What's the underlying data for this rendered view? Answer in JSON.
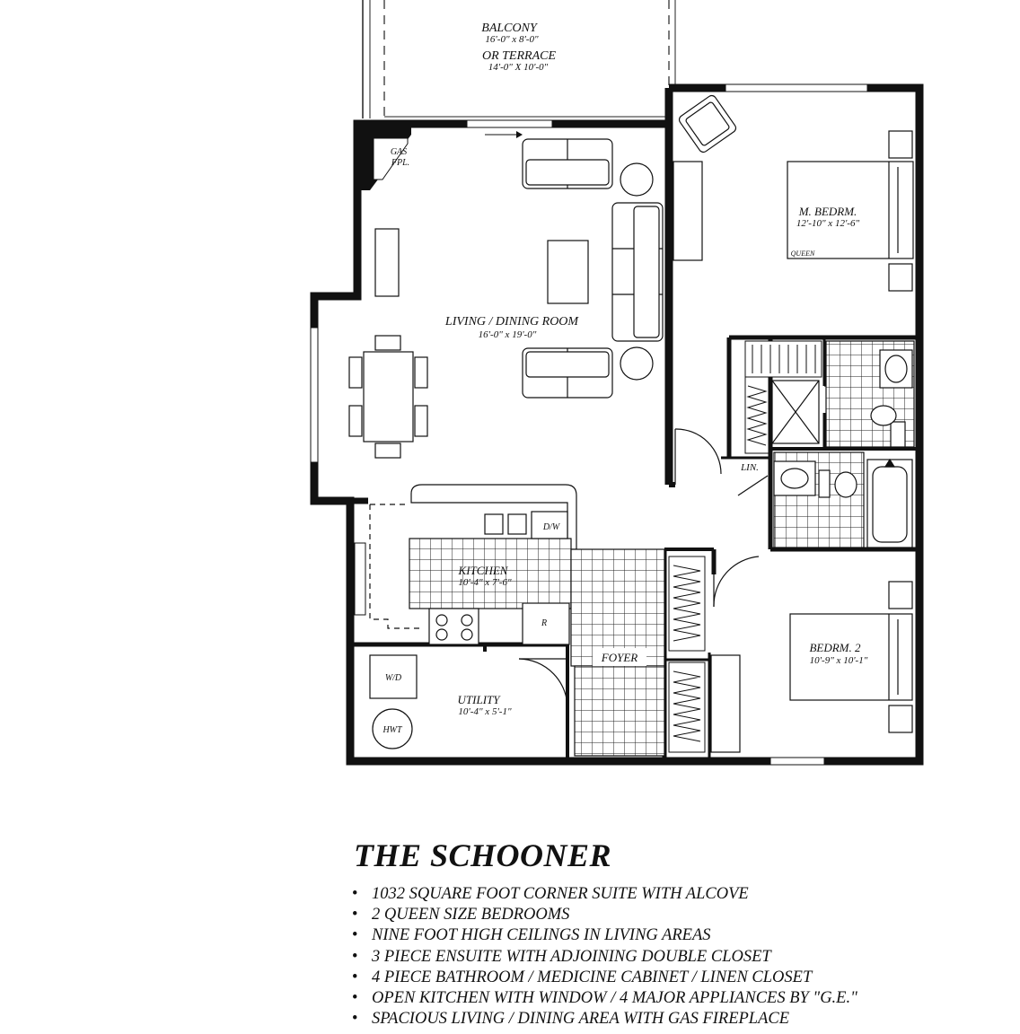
{
  "rooms": {
    "balcony": {
      "name": "BALCONY",
      "dims": "16'-0\" x 8'-0\"",
      "alt_name": "OR TERRACE",
      "alt_dims": "14'-0\" X 10'-0\""
    },
    "gas_fireplace": {
      "line1": "GAS",
      "line2": "FPL."
    },
    "living": {
      "name": "LIVING / DINING ROOM",
      "dims": "16'-0\" x 19'-0\""
    },
    "master": {
      "name": "M. BEDRM.",
      "dims": "12'-10\" x 12'-6\"",
      "bed_label": "QUEEN"
    },
    "linen": {
      "name": "LIN."
    },
    "kitchen": {
      "name": "KITCHEN",
      "dims": "10'-4\" x 7'-6\"",
      "dw": "D/W",
      "fridge": "R"
    },
    "foyer": {
      "name": "FOYER"
    },
    "utility": {
      "name": "UTILITY",
      "dims": "10'-4\" x 5'-1\"",
      "wd": "W/D",
      "hwt": "HWT"
    },
    "bedroom2": {
      "name": "BEDRM. 2",
      "dims": "10'-9\" x 10'-1\""
    }
  },
  "suite_title": "THE SCHOONER",
  "bullet": "•",
  "features": [
    "1032 SQUARE FOOT CORNER SUITE WITH ALCOVE",
    "2 QUEEN SIZE BEDROOMS",
    "NINE FOOT HIGH CEILINGS IN LIVING AREAS",
    "3 PIECE ENSUITE WITH ADJOINING DOUBLE CLOSET",
    "4 PIECE BATHROOM / MEDICINE CABINET / LINEN CLOSET",
    "OPEN KITCHEN WITH WINDOW / 4 MAJOR APPLIANCES BY \"G.E.\"",
    "SPACIOUS LIVING / DINING AREA WITH GAS FIREPLACE"
  ]
}
